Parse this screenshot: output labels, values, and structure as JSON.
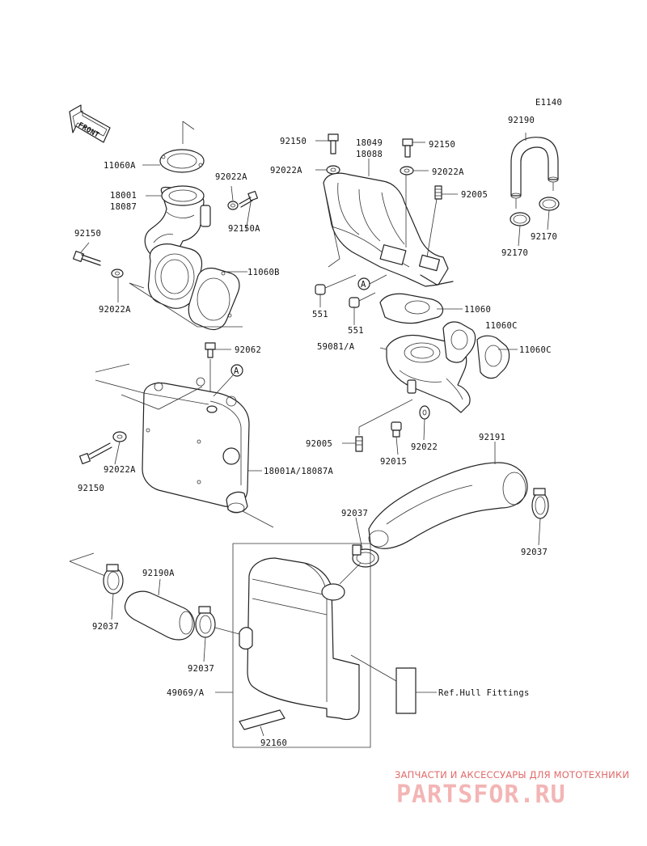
{
  "diagram_code": "E1140",
  "front_arrow_text": "FRONT",
  "labels": [
    {
      "id": "11060A-top",
      "text": "11060A"
    },
    {
      "id": "18001-top",
      "text": "18001"
    },
    {
      "id": "18087-top",
      "text": "18087"
    },
    {
      "id": "92022A-topleft",
      "text": "92022A"
    },
    {
      "id": "92150A",
      "text": "92150A"
    },
    {
      "id": "92150-left",
      "text": "92150"
    },
    {
      "id": "11060B",
      "text": "11060B"
    },
    {
      "id": "92022A-left",
      "text": "92022A"
    },
    {
      "id": "92150-mid-a",
      "text": "92150"
    },
    {
      "id": "18049",
      "text": "18049"
    },
    {
      "id": "18088",
      "text": "18088"
    },
    {
      "id": "92150-mid-b",
      "text": "92150"
    },
    {
      "id": "92022A-mid-a",
      "text": "92022A"
    },
    {
      "id": "92022A-mid-b",
      "text": "92022A"
    },
    {
      "id": "92005-top",
      "text": "92005"
    },
    {
      "id": "92190",
      "text": "92190"
    },
    {
      "id": "92170-a",
      "text": "92170"
    },
    {
      "id": "92170-b",
      "text": "92170"
    },
    {
      "id": "551-a",
      "text": "551"
    },
    {
      "id": "551-b",
      "text": "551"
    },
    {
      "id": "11060-mid",
      "text": "11060"
    },
    {
      "id": "11060C-a",
      "text": "11060C"
    },
    {
      "id": "11060C-b",
      "text": "11060C"
    },
    {
      "id": "59081A",
      "text": "59081/A"
    },
    {
      "id": "92062",
      "text": "92062"
    },
    {
      "id": "92022A-lower",
      "text": "92022A"
    },
    {
      "id": "92150-lower",
      "text": "92150"
    },
    {
      "id": "18001A-18087A",
      "text": "18001A/18087A"
    },
    {
      "id": "92005-lower",
      "text": "92005"
    },
    {
      "id": "92015",
      "text": "92015"
    },
    {
      "id": "92022",
      "text": "92022"
    },
    {
      "id": "92191",
      "text": "92191"
    },
    {
      "id": "92037-right",
      "text": "92037"
    },
    {
      "id": "92037-center",
      "text": "92037"
    },
    {
      "id": "92190A",
      "text": "92190A"
    },
    {
      "id": "92037-left",
      "text": "92037"
    },
    {
      "id": "92037-bottom",
      "text": "92037"
    },
    {
      "id": "49069A",
      "text": "49069/A"
    },
    {
      "id": "ref-hull",
      "text": "Ref.Hull Fittings"
    },
    {
      "id": "92160",
      "text": "92160"
    }
  ],
  "ref_marks": [
    {
      "id": "ref-a-upper",
      "text": "A"
    },
    {
      "id": "ref-a-lower",
      "text": "A"
    }
  ],
  "watermark": {
    "tagline": "ЗАПЧАСТИ И АКСЕССУАРЫ ДЛЯ МОТОТЕХНИКИ",
    "logo": "PARTSFOR.RU"
  }
}
